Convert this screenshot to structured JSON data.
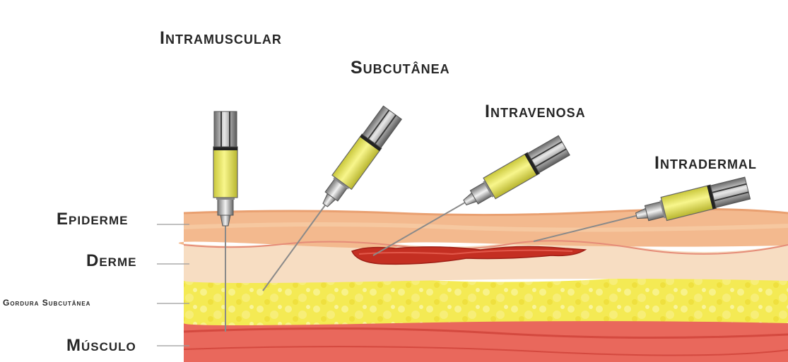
{
  "diagram": {
    "injection_labels": {
      "intramuscular": "Intramuscular",
      "subcutanea": "Subcutânea",
      "intravenosa": "Intravenosa",
      "intradermal": "Intradermal"
    },
    "layer_labels": {
      "epiderme": "Epiderme",
      "derme": "Derme",
      "gordura": "Gordura Subcutânea",
      "musculo": "Músculo"
    },
    "colors": {
      "epiderme": "#f3b98e",
      "derme": "#f7ddc2",
      "gordura": "#f4ea54",
      "musculo": "#e9685c",
      "vein": "#c42f22",
      "syringe_fluid": "#f0ee78"
    }
  }
}
